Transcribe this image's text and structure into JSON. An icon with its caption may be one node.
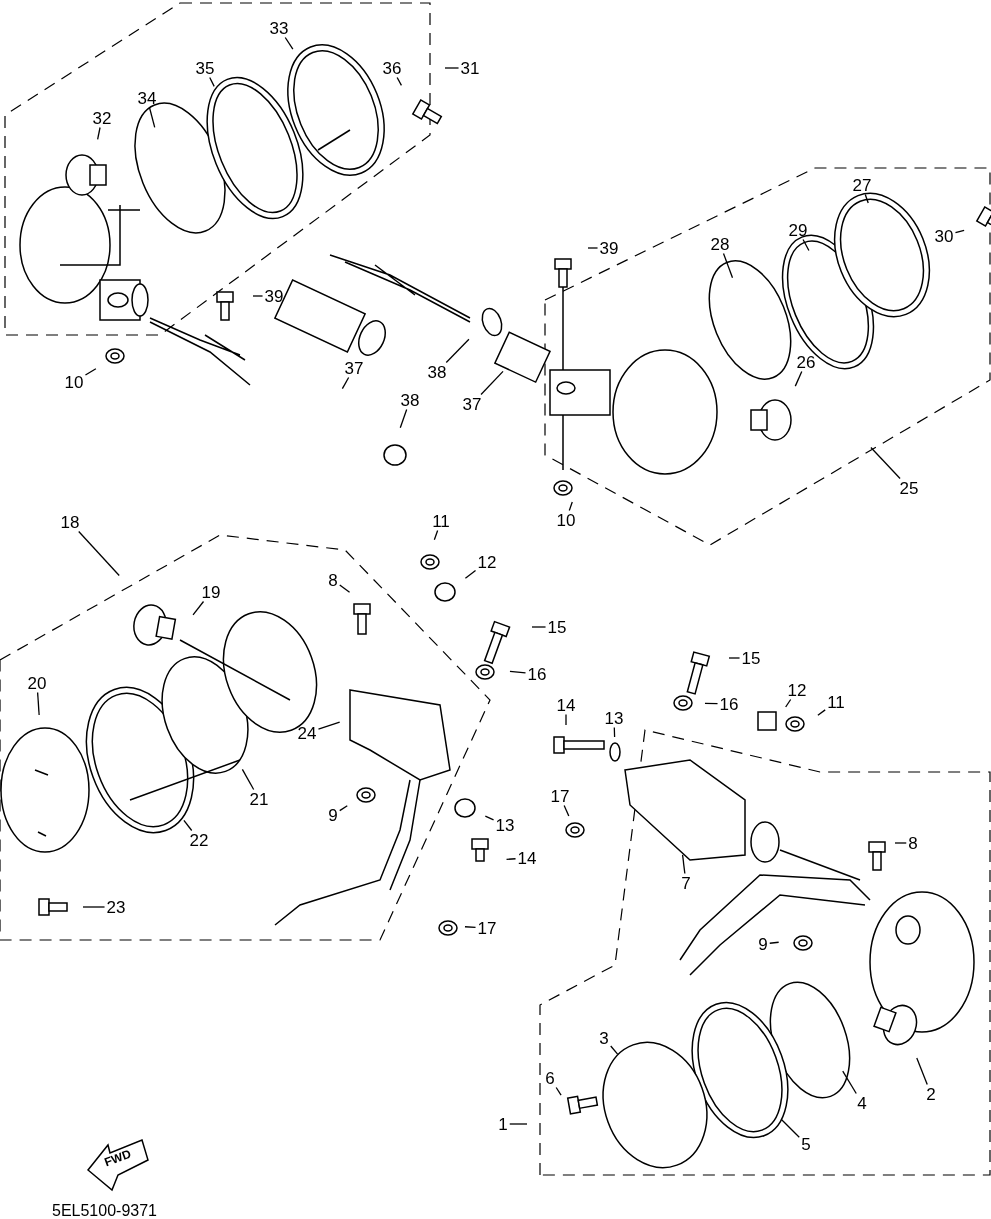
{
  "diagram": {
    "nodes": [
      {
        "text": [
          "33"
        ]
      },
      {
        "text": [
          "35"
        ]
      },
      {
        "text": [
          "34"
        ]
      },
      {
        "text": [
          "32"
        ]
      },
      {
        "text": [
          "36"
        ]
      },
      {
        "text": [
          "31"
        ]
      },
      {
        "text": [
          "39"
        ]
      },
      {
        "text": [
          "10"
        ]
      },
      {
        "text": [
          "37"
        ]
      },
      {
        "text": [
          "38"
        ]
      },
      {
        "text": [
          "39"
        ]
      },
      {
        "text": [
          "28"
        ]
      },
      {
        "text": [
          "29"
        ]
      },
      {
        "text": [
          "27"
        ]
      },
      {
        "text": [
          "30"
        ]
      },
      {
        "text": [
          "38"
        ]
      },
      {
        "text": [
          "37"
        ]
      },
      {
        "text": [
          "26"
        ]
      },
      {
        "text": [
          "25"
        ]
      },
      {
        "text": [
          "10"
        ]
      },
      {
        "text": [
          "18"
        ]
      },
      {
        "text": [
          "19"
        ]
      },
      {
        "text": [
          "11"
        ]
      },
      {
        "text": [
          "12"
        ]
      },
      {
        "text": [
          "8"
        ]
      },
      {
        "text": [
          "15"
        ]
      },
      {
        "text": [
          "16"
        ]
      },
      {
        "text": [
          "20"
        ]
      },
      {
        "text": [
          "24"
        ]
      },
      {
        "text": [
          "21"
        ]
      },
      {
        "text": [
          "22"
        ]
      },
      {
        "text": [
          "9"
        ]
      },
      {
        "text": [
          "13"
        ]
      },
      {
        "text": [
          "14"
        ]
      },
      {
        "text": [
          "23"
        ]
      },
      {
        "text": [
          "17"
        ]
      },
      {
        "text": [
          "15"
        ]
      },
      {
        "text": [
          "16"
        ]
      },
      {
        "text": [
          "12"
        ]
      },
      {
        "text": [
          "11"
        ]
      },
      {
        "text": [
          "14"
        ]
      },
      {
        "text": [
          "13"
        ]
      },
      {
        "text": [
          "17"
        ]
      },
      {
        "text": [
          "7"
        ]
      },
      {
        "text": [
          "8"
        ]
      },
      {
        "text": [
          "9"
        ]
      },
      {
        "text": [
          "3"
        ]
      },
      {
        "text": [
          "6"
        ]
      },
      {
        "text": [
          "2"
        ]
      },
      {
        "text": [
          "4"
        ]
      },
      {
        "text": [
          "5"
        ]
      },
      {
        "text": [
          "1"
        ]
      }
    ],
    "edges": [
      {
        "from": 0,
        "to": null,
        "arrow": "none"
      },
      {
        "from": 1,
        "to": null,
        "arrow": "none"
      },
      {
        "from": 2,
        "to": null,
        "arrow": "none"
      },
      {
        "from": 3,
        "to": null,
        "arrow": "none"
      },
      {
        "from": 4,
        "to": null,
        "arrow": "none"
      },
      {
        "from": 5,
        "to": null,
        "arrow": "none"
      },
      {
        "from": 6,
        "to": null,
        "arrow": "none"
      },
      {
        "from": 7,
        "to": null,
        "arrow": "none"
      },
      {
        "from": 8,
        "to": null,
        "arrow": "none"
      },
      {
        "from": 9,
        "to": null,
        "arrow": "none"
      },
      {
        "from": 10,
        "to": null,
        "arrow": "none"
      },
      {
        "from": 11,
        "to": null,
        "arrow": "none"
      },
      {
        "from": 12,
        "to": null,
        "arrow": "none"
      },
      {
        "from": 13,
        "to": null,
        "arrow": "none"
      },
      {
        "from": 14,
        "to": null,
        "arrow": "none"
      },
      {
        "from": 15,
        "to": null,
        "arrow": "none"
      },
      {
        "from": 16,
        "to": null,
        "arrow": "none"
      },
      {
        "from": 17,
        "to": null,
        "arrow": "none"
      },
      {
        "from": 18,
        "to": null,
        "arrow": "none"
      },
      {
        "from": 19,
        "to": null,
        "arrow": "none"
      },
      {
        "from": 20,
        "to": null,
        "arrow": "none"
      },
      {
        "from": 21,
        "to": null,
        "arrow": "none"
      },
      {
        "from": 22,
        "to": null,
        "arrow": "none"
      },
      {
        "from": 23,
        "to": null,
        "arrow": "none"
      },
      {
        "from": 24,
        "to": null,
        "arrow": "none"
      },
      {
        "from": 25,
        "to": null,
        "arrow": "none"
      },
      {
        "from": 26,
        "to": null,
        "arrow": "none"
      },
      {
        "from": 27,
        "to": null,
        "arrow": "none"
      },
      {
        "from": 28,
        "to": null,
        "arrow": "none"
      },
      {
        "from": 29,
        "to": null,
        "arrow": "none"
      },
      {
        "from": 30,
        "to": null,
        "arrow": "none"
      },
      {
        "from": 31,
        "to": null,
        "arrow": "none"
      },
      {
        "from": 32,
        "to": null,
        "arrow": "none"
      },
      {
        "from": 33,
        "to": null,
        "arrow": "none"
      },
      {
        "from": 34,
        "to": null,
        "arrow": "none"
      },
      {
        "from": 35,
        "to": null,
        "arrow": "none"
      },
      {
        "from": 36,
        "to": null,
        "arrow": "none"
      },
      {
        "from": 37,
        "to": null,
        "arrow": "none"
      },
      {
        "from": 38,
        "to": null,
        "arrow": "none"
      },
      {
        "from": 39,
        "to": null,
        "arrow": "none"
      },
      {
        "from": 40,
        "to": null,
        "arrow": "none"
      },
      {
        "from": 41,
        "to": null,
        "arrow": "none"
      },
      {
        "from": 42,
        "to": null,
        "arrow": "none"
      },
      {
        "from": 43,
        "to": null,
        "arrow": "none"
      },
      {
        "from": 44,
        "to": null,
        "arrow": "none"
      },
      {
        "from": 45,
        "to": null,
        "arrow": "none"
      },
      {
        "from": 46,
        "to": null,
        "arrow": "none"
      },
      {
        "from": 47,
        "to": null,
        "arrow": "none"
      },
      {
        "from": 48,
        "to": null,
        "arrow": "none"
      },
      {
        "from": 49,
        "to": null,
        "arrow": "none"
      },
      {
        "from": 50,
        "to": null,
        "arrow": "none"
      },
      {
        "from": 51,
        "to": null,
        "arrow": "none"
      }
    ],
    "labels": [
      "FWD",
      "5EL5100-9371"
    ]
  }
}
